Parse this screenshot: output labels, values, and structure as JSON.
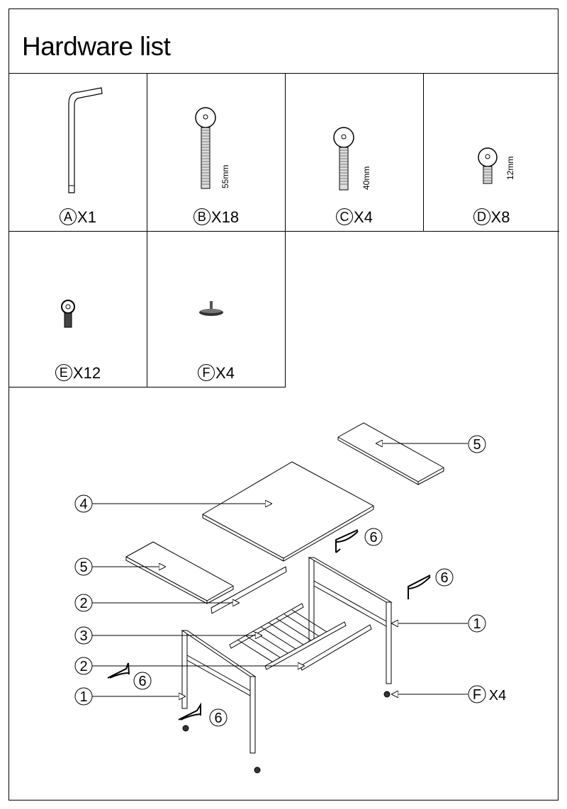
{
  "title": "Hardware list",
  "hardware": [
    {
      "letter": "A",
      "qty": "X1",
      "icon": "allen-key-icon"
    },
    {
      "letter": "B",
      "qty": "X18",
      "size": "55mm",
      "icon": "bolt-icon"
    },
    {
      "letter": "C",
      "qty": "X4",
      "size": "40mm",
      "icon": "bolt-icon"
    },
    {
      "letter": "D",
      "qty": "X8",
      "size": "12mm",
      "icon": "bolt-icon"
    },
    {
      "letter": "E",
      "qty": "X12",
      "icon": "short-bolt-icon"
    },
    {
      "letter": "F",
      "qty": "X4",
      "icon": "leveling-foot-icon"
    }
  ],
  "diagram": {
    "callouts": {
      "c5a": "5",
      "c4": "4",
      "c5b": "5",
      "c2a": "2",
      "c3": "3",
      "c2b": "2",
      "c1a": "1",
      "c1b": "1",
      "c6a": "6",
      "c6b": "6",
      "c6c": "6",
      "c6d": "6",
      "f_letter": "F",
      "f_qty": "X4"
    }
  }
}
